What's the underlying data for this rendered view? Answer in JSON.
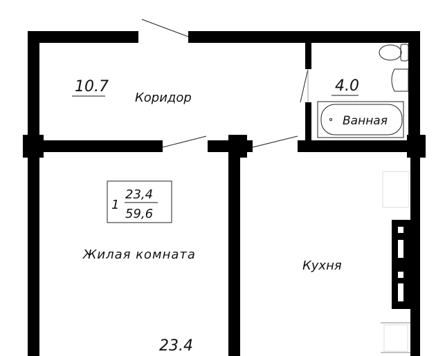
{
  "rooms": {
    "corridor": {
      "name": "Коридор",
      "area": "10.7"
    },
    "bathroom": {
      "name": "Ванная",
      "area": "4.0"
    },
    "living": {
      "name": "Жилая комната",
      "area": "23.4"
    },
    "kitchen": {
      "name": "Кухня"
    }
  },
  "apartment_tag": {
    "rooms": "1",
    "living_area": "23,4",
    "total_area": "59,6"
  },
  "colors": {
    "wall": "#000000",
    "line": "#222222"
  }
}
